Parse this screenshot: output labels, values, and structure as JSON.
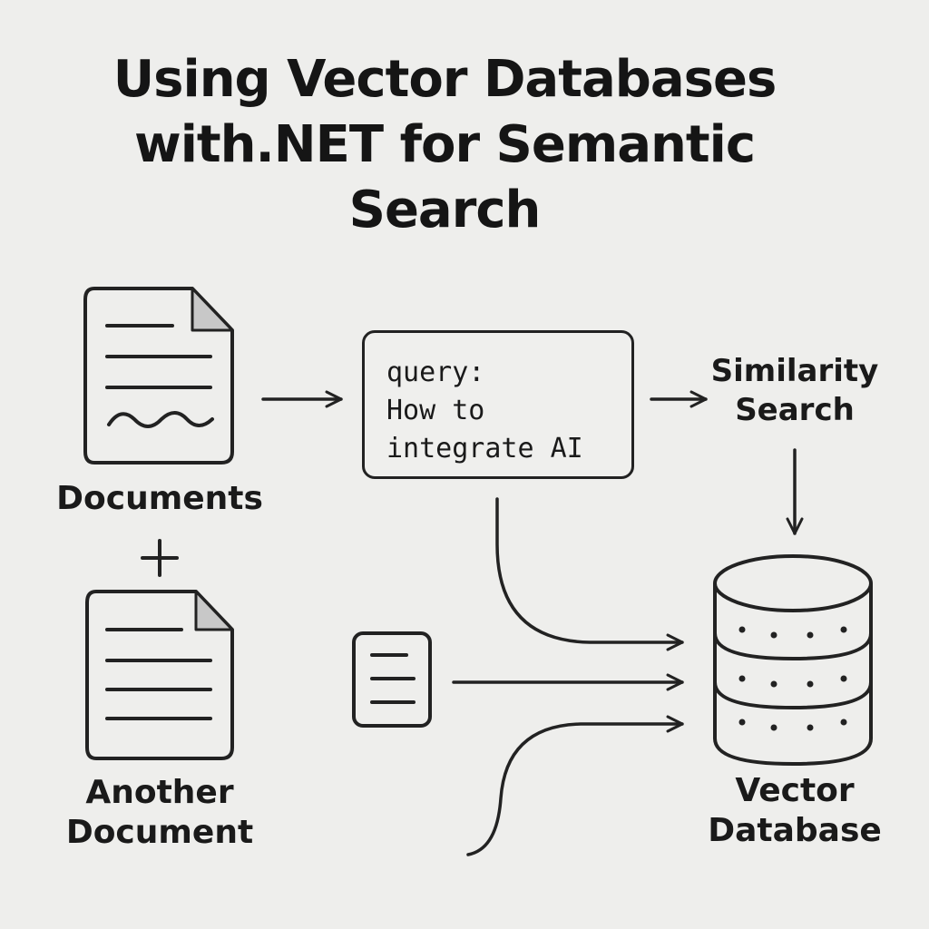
{
  "title": {
    "line1": "Using Vector Databases",
    "line2": "with.NET for Semantic",
    "line3": "Search"
  },
  "documents": {
    "label": "Documents",
    "icon": "document-icon"
  },
  "plus": {
    "symbol": "+"
  },
  "another_document": {
    "label_line1": "Another",
    "label_line2": "Document",
    "icon": "document-icon"
  },
  "query": {
    "keyword": "query:",
    "text_line1": "How to",
    "text_line2": "integrate AI"
  },
  "similarity_search": {
    "line1": "Similarity",
    "line2": "Search"
  },
  "vector_database": {
    "line1": "Vector",
    "line2": "Database",
    "icon": "database-icon"
  },
  "small_document": {
    "icon": "note-icon"
  },
  "colors": {
    "background": "#eeeeec",
    "stroke": "#222222",
    "fold": "#c8c8c8"
  }
}
